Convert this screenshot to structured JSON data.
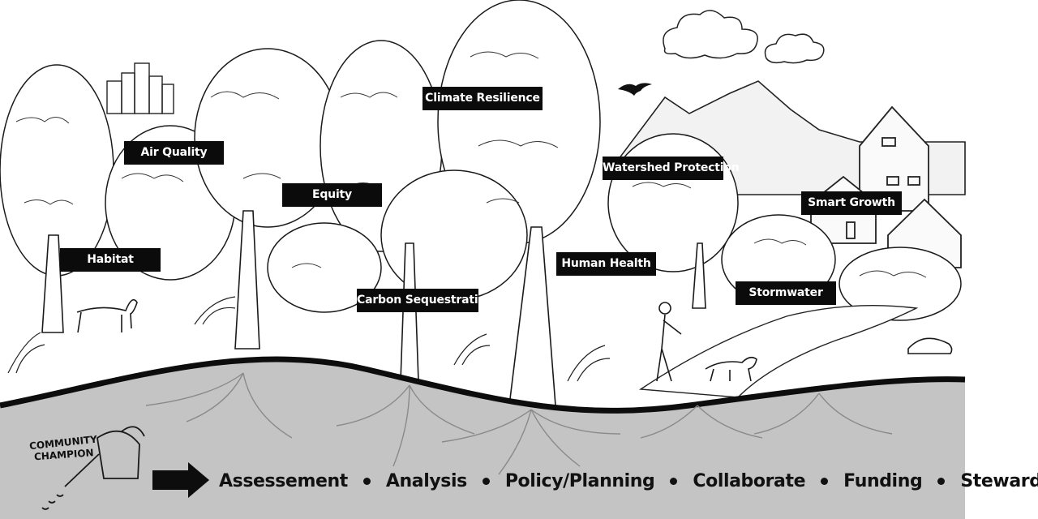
{
  "labels": {
    "climate_resilience": "Climate Resilience",
    "air_quality": "Air Quality",
    "watershed_protection": "Watershed Protection",
    "equity": "Equity",
    "smart_growth": "Smart Growth",
    "habitat": "Habitat",
    "human_health": "Human Health",
    "stormwater": "Stormwater",
    "carbon_sequestration": "Carbon Sequestration"
  },
  "champion": {
    "line1": "COMMUNITY",
    "line2": "CHAMPION"
  },
  "steps": [
    "Assessement",
    "Analysis",
    "Policy/Planning",
    "Collaborate",
    "Funding",
    "Stewardship"
  ],
  "colors": {
    "label_bg": "#0b0b0b",
    "label_text": "#ffffff",
    "ground": "#c4c4c4",
    "ink": "#111111"
  }
}
